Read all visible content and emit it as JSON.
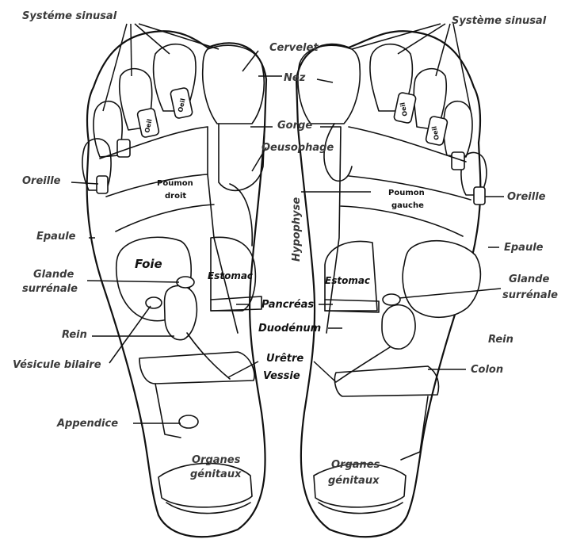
{
  "title_left": "Systéme sinusal",
  "title_right": "Système sinusal",
  "labels": {
    "cervelet": "Cervelet",
    "nez": "Nez",
    "gorge": "Gorge",
    "oesophage": "Oeusophage",
    "hypophyse": "Hypophyse",
    "oreille_left": "Oreille",
    "oreille_right": "Oreille",
    "epaule_left": "Epaule",
    "epaule_right": "Epaule",
    "glande_left_1": "Glande",
    "glande_left_2": "surrénale",
    "glande_right_1": "Glande",
    "glande_right_2": "surrénale",
    "rein_left": "Rein",
    "rein_right": "Rein",
    "vesicule": "Vésicule bilaire",
    "colon": "Colon",
    "appendice": "Appendice",
    "pancreas": "Pancréas",
    "duodenum": "Duodénum",
    "uretre": "Urêtre",
    "vessie": "Vessie",
    "organes_left_1": "Organes",
    "organes_left_2": "génitaux",
    "organes_right_1": "Organes",
    "organes_right_2": "génitaux",
    "foie": "Foie",
    "estomac_left": "Estomac",
    "estomac_right": "Estomac",
    "poumon_droit_1": "Poumon",
    "poumon_droit_2": "droit",
    "poumon_gauche_1": "Poumon",
    "poumon_gauche_2": "gauche",
    "oeil": "Oeil"
  }
}
